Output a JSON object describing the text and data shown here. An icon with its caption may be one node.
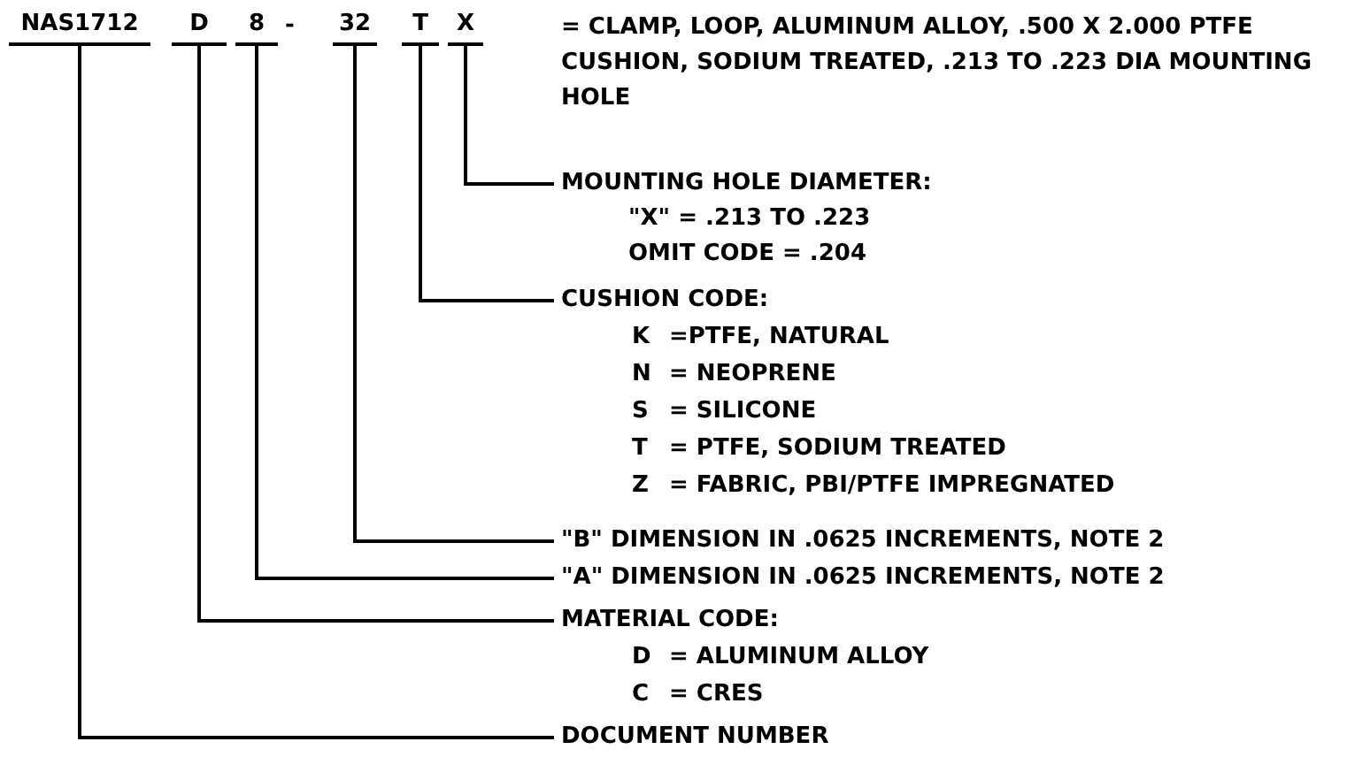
{
  "diagram": {
    "nodes": [
      {
        "text": [
          "NAS1712"
        ]
      },
      {
        "text": [
          "D"
        ]
      },
      {
        "text": [
          "8"
        ]
      },
      {
        "text": [
          "32"
        ]
      },
      {
        "text": [
          "T"
        ]
      },
      {
        "text": [
          "X"
        ]
      },
      {
        "text": [
          "MOUNTING HOLE DIAMETER:"
        ]
      },
      {
        "text": [
          "CUSHION CODE:"
        ]
      },
      {
        "text": [
          "\"B\" DIMENSION IN .0625 INCREMENTS, NOTE 2"
        ]
      },
      {
        "text": [
          "\"A\" DIMENSION IN .0625 INCREMENTS, NOTE 2"
        ]
      },
      {
        "text": [
          "MATERIAL CODE:"
        ]
      },
      {
        "text": [
          "DOCUMENT NUMBER"
        ]
      }
    ],
    "edges": [
      {
        "from": 5,
        "to": 6,
        "arrow": "none"
      },
      {
        "from": 4,
        "to": 7,
        "arrow": "none"
      },
      {
        "from": 3,
        "to": 8,
        "arrow": "none"
      },
      {
        "from": 2,
        "to": 9,
        "arrow": "none"
      },
      {
        "from": 1,
        "to": 10,
        "arrow": "none"
      },
      {
        "from": 0,
        "to": 11,
        "arrow": "none"
      }
    ],
    "labels": [
      "-",
      "= CLAMP, LOOP, ALUMINUM ALLOY, .500 X 2.000 PTFE CUSHION, SODIUM TREATED, .213 TO .223 DIA MOUNTING HOLE",
      "\"X\" = .213 TO .223",
      "OMIT CODE = .204",
      "K",
      "=PTFE, NATURAL",
      "N",
      "= NEOPRENE",
      "S",
      "= SILICONE",
      "T",
      "= PTFE, SODIUM TREATED",
      "Z",
      "= FABRIC, PBI/PTFE IMPREGNATED",
      "D",
      "= ALUMINUM ALLOY",
      "C",
      "= CRES"
    ]
  }
}
